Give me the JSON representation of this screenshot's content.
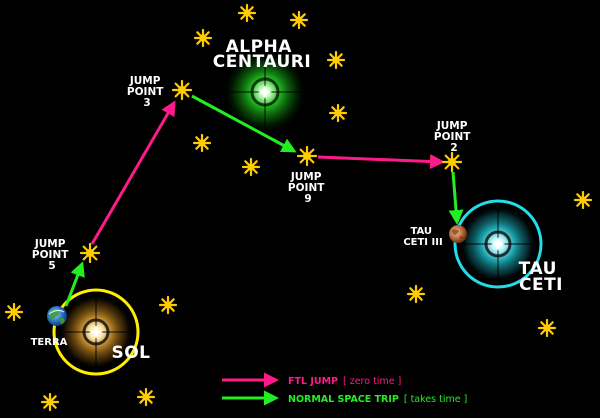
{
  "colors": {
    "background": "#000000",
    "ftl": "#ff1a8c",
    "normal": "#22ee22",
    "jump_point": "#ffcc00",
    "sol_ring": "#ffee00",
    "tau_ceti_ring": "#22dde8",
    "alpha_glow": "#22cc22",
    "label": "#ffffff"
  },
  "stars": {
    "alpha_centauri": {
      "line1": "ALPHA",
      "line2": "CENTAURI"
    },
    "sol": {
      "name": "SOL"
    },
    "tau_ceti": {
      "line1": "TAU",
      "line2": "CETI"
    }
  },
  "jump_points": [
    {
      "id": "jp3",
      "line1": "JUMP",
      "line2": "POINT",
      "line3": "3"
    },
    {
      "id": "jp9",
      "line1": "JUMP",
      "line2": "POINT",
      "line3": "9"
    },
    {
      "id": "jp2",
      "line1": "JUMP",
      "line2": "POINT",
      "line3": "2"
    },
    {
      "id": "jp5",
      "line1": "JUMP",
      "line2": "POINT",
      "line3": "5"
    }
  ],
  "planets": {
    "terra": {
      "name": "TERRA",
      "icon": "earth-icon"
    },
    "tau_ceti_iii": {
      "line1": "TAU",
      "line2": "CETI III",
      "icon": "mars-like-planet-icon"
    }
  },
  "legend": {
    "ftl": {
      "label": "FTL JUMP",
      "note": "[ zero time ]"
    },
    "normal": {
      "label": "NORMAL SPACE TRIP",
      "note": "[ takes time ]"
    }
  }
}
